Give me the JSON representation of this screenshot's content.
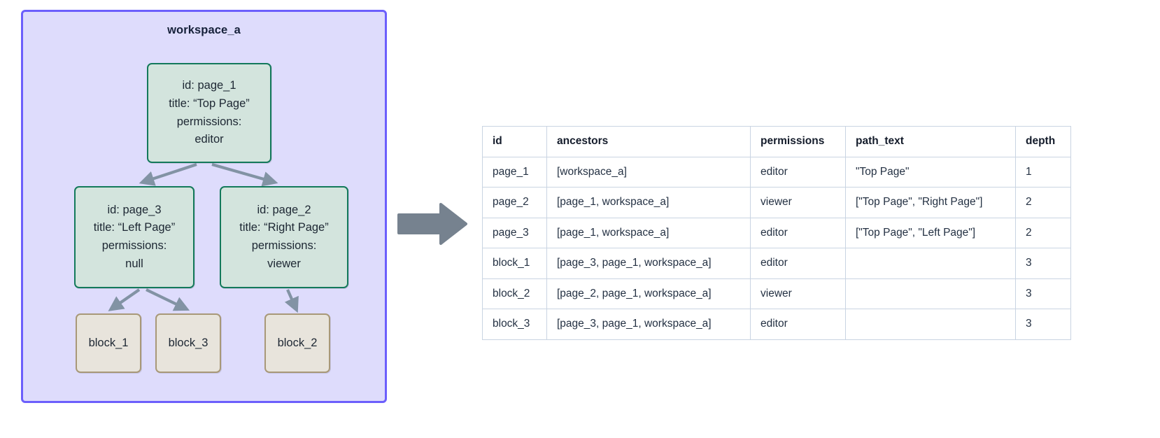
{
  "diagram": {
    "workspace": {
      "label": "workspace_a",
      "border_color": "#6c5ffc",
      "fill_color": "#dedcfc"
    },
    "page_node_colors": {
      "fill": "#d3e4dd",
      "border": "#13795b"
    },
    "block_node_colors": {
      "fill": "#e8e4dc",
      "border": "#a89878"
    },
    "edge_color": "#8293a4",
    "transition_arrow_color": "#76828f",
    "nodes": {
      "page_1": {
        "id_line": "id: page_1",
        "title_line": "title: “Top Page”",
        "permissions_label": "permissions:",
        "permissions_value": "editor"
      },
      "page_3": {
        "id_line": "id: page_3",
        "title_line": "title: “Left Page”",
        "permissions_label": "permissions:",
        "permissions_value": "null"
      },
      "page_2": {
        "id_line": "id: page_2",
        "title_line": "title: “Right Page”",
        "permissions_label": "permissions:",
        "permissions_value": "viewer"
      },
      "block_1": {
        "label": "block_1"
      },
      "block_3": {
        "label": "block_3"
      },
      "block_2": {
        "label": "block_2"
      }
    },
    "edges": [
      {
        "from": "page_1",
        "to": "page_3"
      },
      {
        "from": "page_1",
        "to": "page_2"
      },
      {
        "from": "page_3",
        "to": "block_1"
      },
      {
        "from": "page_3",
        "to": "block_3"
      },
      {
        "from": "page_2",
        "to": "block_2"
      }
    ]
  },
  "table": {
    "columns": [
      "id",
      "ancestors",
      "permissions",
      "path_text",
      "depth"
    ],
    "rows": [
      {
        "id": "page_1",
        "ancestors": "[workspace_a]",
        "permissions": "editor",
        "path_text": "\"Top Page\"",
        "depth": "1"
      },
      {
        "id": "page_2",
        "ancestors": "[page_1, workspace_a]",
        "permissions": "viewer",
        "path_text": "[\"Top Page\", \"Right Page\"]",
        "depth": "2"
      },
      {
        "id": "page_3",
        "ancestors": "[page_1, workspace_a]",
        "permissions": "editor",
        "path_text": "[\"Top Page\", \"Left Page\"]",
        "depth": "2"
      },
      {
        "id": "block_1",
        "ancestors": "[page_3, page_1, workspace_a]",
        "permissions": "editor",
        "path_text": "",
        "depth": "3"
      },
      {
        "id": "block_2",
        "ancestors": "[page_2, page_1, workspace_a]",
        "permissions": "viewer",
        "path_text": "",
        "depth": "3"
      },
      {
        "id": "block_3",
        "ancestors": "[page_3, page_1, workspace_a]",
        "permissions": "editor",
        "path_text": "",
        "depth": "3"
      }
    ]
  }
}
